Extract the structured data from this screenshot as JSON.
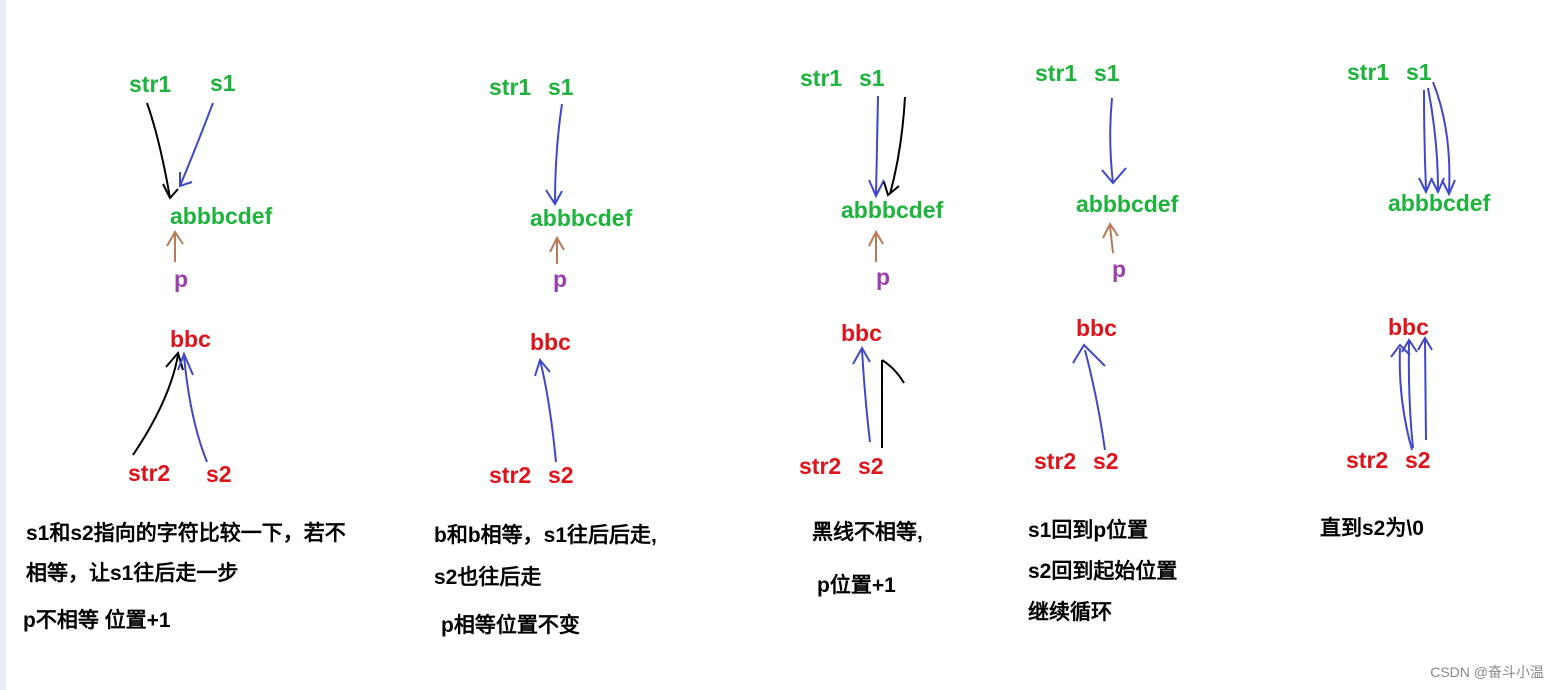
{
  "labels": {
    "str1": "str1",
    "s1": "s1",
    "str2": "str2",
    "s2": "s2",
    "p": "p",
    "main_string": "abbbcdef",
    "sub_string": "bbc"
  },
  "steps": [
    {
      "lines": [
        "s1和s2指向的字符比较一下，若不",
        "相等，让s1往后走一步",
        "p不相等 位置+1"
      ]
    },
    {
      "lines": [
        "b和b相等，s1往后后走,",
        "s2也往后走",
        "p相等位置不变"
      ]
    },
    {
      "lines": [
        "黑线不相等,",
        "p位置+1"
      ]
    },
    {
      "lines": [
        "s1回到p位置",
        "s2回到起始位置",
        "继续循环"
      ]
    },
    {
      "lines": [
        "直到s2为\\0"
      ]
    }
  ],
  "watermark": "CSDN @奋斗小温",
  "colors": {
    "pointer_labels": "#1db33c",
    "substring_labels": "#e0131b",
    "p_label": "#9a3fb0",
    "blue_arrow": "#3f48cc",
    "brown_arrow": "#b97a57",
    "black_arrow": "#000000"
  }
}
